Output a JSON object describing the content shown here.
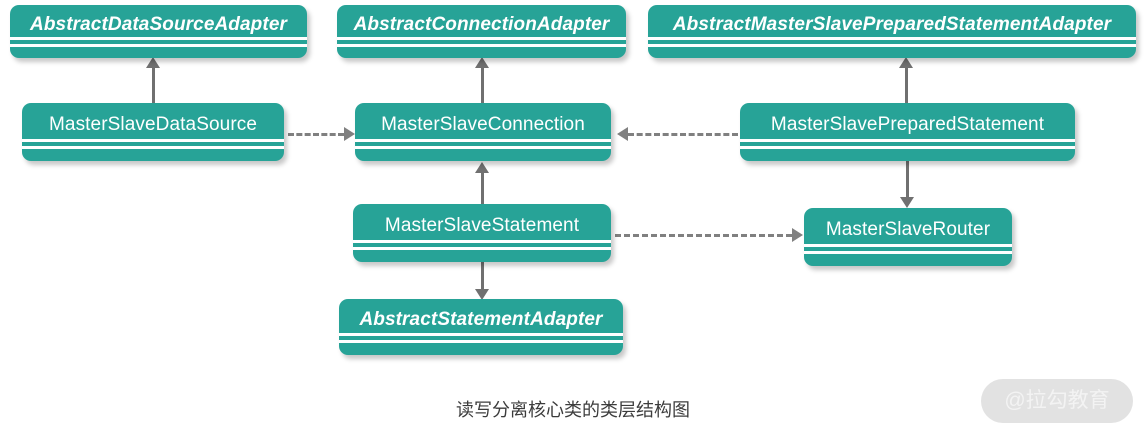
{
  "diagram": {
    "caption": "读写分离核心类的类层结构图",
    "watermark": "@拉勾教育",
    "colors": {
      "box_fill": "#27a397",
      "box_text": "#ffffff",
      "separator": "#ffffff",
      "connector": "#707070",
      "dashed_connector": "#808080",
      "caption_text": "#3c3c3c",
      "watermark_pill": "#e2e2e2",
      "background": "#ffffff"
    },
    "classes": [
      {
        "id": "abstract-data-source-adapter",
        "name": "AbstractDataSourceAdapter",
        "stereotype": "abstract"
      },
      {
        "id": "abstract-connection-adapter",
        "name": "AbstractConnectionAdapter",
        "stereotype": "abstract"
      },
      {
        "id": "abstract-master-slave-prepared-statement-adapter",
        "name": "AbstractMasterSlavePreparedStatementAdapter",
        "stereotype": "abstract"
      },
      {
        "id": "master-slave-data-source",
        "name": "MasterSlaveDataSource",
        "stereotype": "concrete"
      },
      {
        "id": "master-slave-connection",
        "name": "MasterSlaveConnection",
        "stereotype": "concrete"
      },
      {
        "id": "master-slave-prepared-statement",
        "name": "MasterSlavePreparedStatement",
        "stereotype": "concrete"
      },
      {
        "id": "master-slave-statement",
        "name": "MasterSlaveStatement",
        "stereotype": "concrete"
      },
      {
        "id": "master-slave-router",
        "name": "MasterSlaveRouter",
        "stereotype": "concrete"
      },
      {
        "id": "abstract-statement-adapter",
        "name": "AbstractStatementAdapter",
        "stereotype": "abstract"
      }
    ],
    "relations": [
      {
        "from": "master-slave-data-source",
        "to": "abstract-data-source-adapter",
        "type": "generalization",
        "style": "solid",
        "direction": "up"
      },
      {
        "from": "master-slave-connection",
        "to": "abstract-connection-adapter",
        "type": "generalization",
        "style": "solid",
        "direction": "up"
      },
      {
        "from": "master-slave-prepared-statement",
        "to": "abstract-master-slave-prepared-statement-adapter",
        "type": "generalization",
        "style": "solid",
        "direction": "up"
      },
      {
        "from": "master-slave-statement",
        "to": "master-slave-connection",
        "type": "generalization",
        "style": "solid",
        "direction": "up"
      },
      {
        "from": "master-slave-statement",
        "to": "abstract-statement-adapter",
        "type": "generalization",
        "style": "solid",
        "direction": "down"
      },
      {
        "from": "master-slave-prepared-statement",
        "to": "master-slave-router",
        "type": "generalization",
        "style": "solid",
        "direction": "down"
      },
      {
        "from": "master-slave-data-source",
        "to": "master-slave-connection",
        "type": "dependency",
        "style": "dashed",
        "direction": "right"
      },
      {
        "from": "master-slave-prepared-statement",
        "to": "master-slave-connection",
        "type": "dependency",
        "style": "dashed",
        "direction": "left"
      },
      {
        "from": "master-slave-statement",
        "to": "master-slave-router",
        "type": "dependency",
        "style": "dashed",
        "direction": "right"
      }
    ]
  }
}
